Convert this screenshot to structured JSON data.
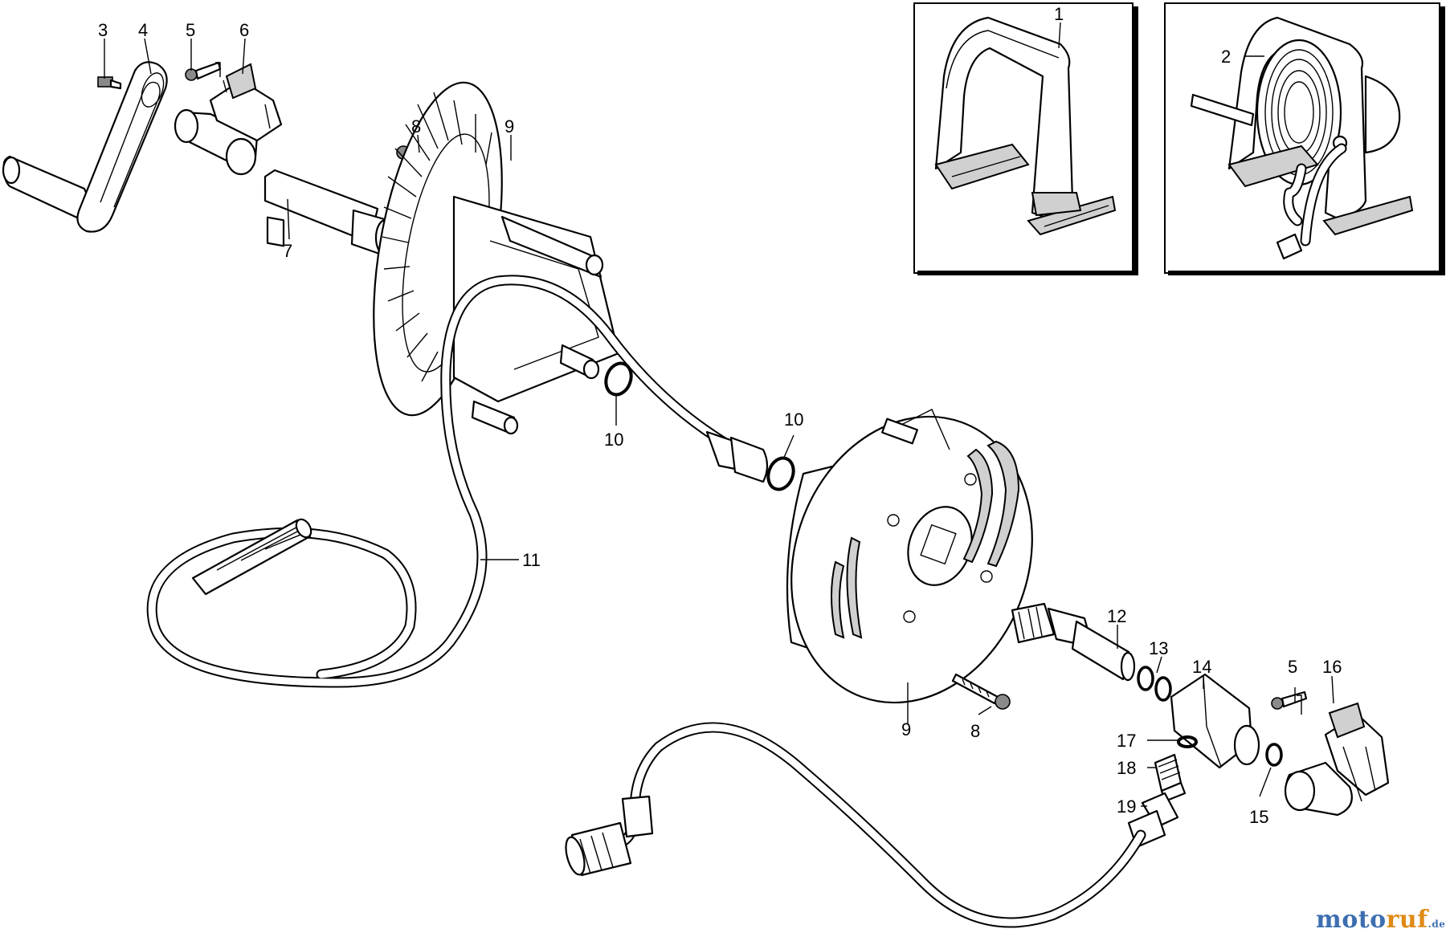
{
  "callouts": {
    "c1": "1",
    "c2": "2",
    "c3": "3",
    "c4": "4",
    "c5a": "5",
    "c5b": "5",
    "c6": "6",
    "c7": "7",
    "c8a": "8",
    "c8b": "8",
    "c9a": "9",
    "c9b": "9",
    "c10a": "10",
    "c10b": "10",
    "c11": "11",
    "c12": "12",
    "c13": "13",
    "c14": "14",
    "c15": "15",
    "c16": "16",
    "c17": "17",
    "c18": "18",
    "c19": "19"
  },
  "watermark": {
    "part1": "moto",
    "part2": "ruf",
    "part3": ".de"
  },
  "colors": {
    "watermark_blue": "#3d6fb0",
    "watermark_orange": "#e08a17"
  }
}
